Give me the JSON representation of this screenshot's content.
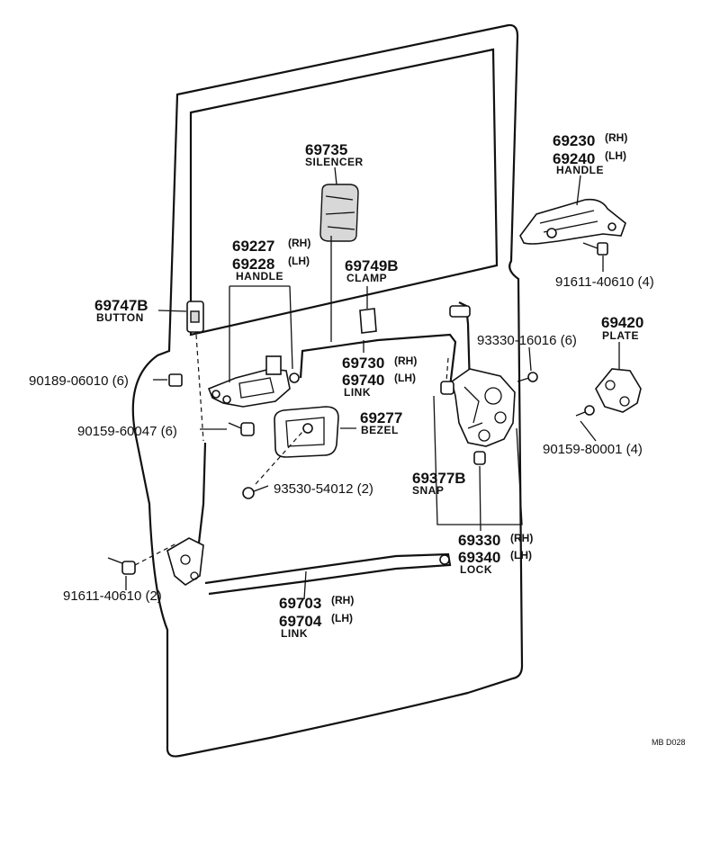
{
  "diagram": {
    "code": "MB D028",
    "parts": {
      "silencer": {
        "number": "69735",
        "name": "SILENCER"
      },
      "outer_handle": {
        "number_rh": "69230",
        "suffix_rh": "(RH)",
        "number_lh": "69240",
        "suffix_lh": "(LH)",
        "name": "HANDLE"
      },
      "inner_handle": {
        "number_rh": "69227",
        "suffix_rh": "(RH)",
        "number_lh": "69228",
        "suffix_lh": "(LH)",
        "name": "HANDLE"
      },
      "clamp": {
        "number": "69749B",
        "name": "CLAMP"
      },
      "button": {
        "number": "69747B",
        "name": "BUTTON"
      },
      "link_upper": {
        "number_rh": "69730",
        "suffix_rh": "(RH)",
        "number_lh": "69740",
        "suffix_lh": "(LH)",
        "name": "LINK"
      },
      "plate": {
        "number": "69420",
        "name": "PLATE"
      },
      "bezel": {
        "number": "69277",
        "name": "BEZEL"
      },
      "snap": {
        "number": "69377B",
        "name": "SNAP"
      },
      "lock": {
        "number_rh": "69330",
        "suffix_rh": "(RH)",
        "number_lh": "69340",
        "suffix_lh": "(LH)",
        "name": "LOCK"
      },
      "link_lower": {
        "number_rh": "69703",
        "suffix_rh": "(RH)",
        "number_lh": "69704",
        "suffix_lh": "(LH)",
        "name": "LINK"
      }
    },
    "fasteners": [
      "91611-40610  (4)",
      "93330-16016 (6)",
      "90189-06010 (6)",
      "90159-60047 (6)",
      "90159-80001  (4)",
      "93530-54012  (2)",
      "91611-40610 (2)"
    ]
  }
}
